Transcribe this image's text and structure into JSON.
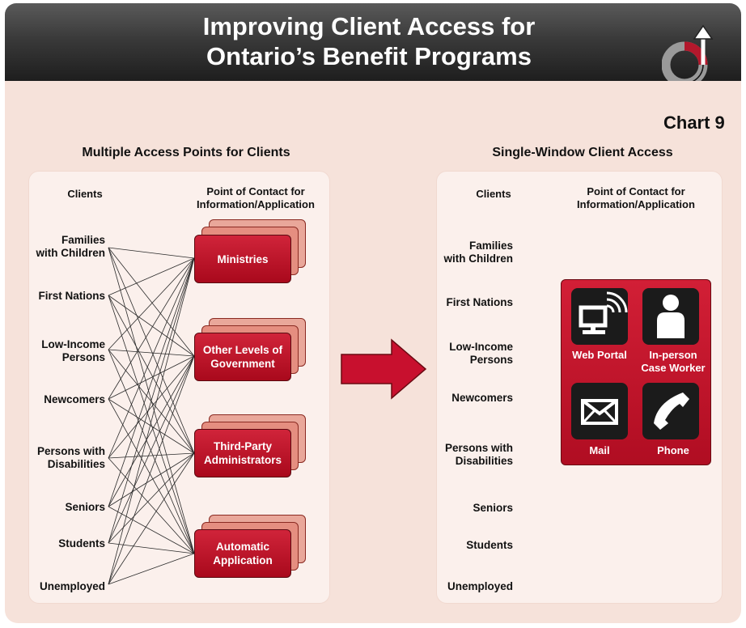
{
  "header": {
    "title_line1": "Improving Client Access for",
    "title_line2": "Ontario’s Benefit Programs",
    "logo_icon": "ontario-trillium-arrow-logo-icon"
  },
  "chart_number": "Chart 9",
  "left": {
    "title": "Multiple Access Points for Clients",
    "clients_header": "Clients",
    "contact_header_line1": "Point of Contact for",
    "contact_header_line2": "Information/Application",
    "clients": [
      [
        "Families",
        "with Children"
      ],
      [
        "First Nations"
      ],
      [
        "Low-Income",
        "Persons"
      ],
      [
        "Newcomers"
      ],
      [
        "Persons with",
        "Disabilities"
      ],
      [
        "Seniors"
      ],
      [
        "Students"
      ],
      [
        "Unemployed"
      ]
    ],
    "contacts": [
      [
        "Ministries"
      ],
      [
        "Other Levels of",
        "Government"
      ],
      [
        "Third-Party",
        "Administrators"
      ],
      [
        "Automatic",
        "Application"
      ]
    ]
  },
  "right": {
    "title": "Single-Window Client Access",
    "clients_header": "Clients",
    "contact_header_line1": "Point of Contact for",
    "contact_header_line2": "Information/Application",
    "clients": [
      [
        "Families",
        "with Children"
      ],
      [
        "First Nations"
      ],
      [
        "Low-Income",
        "Persons"
      ],
      [
        "Newcomers"
      ],
      [
        "Persons with",
        "Disabilities"
      ],
      [
        "Seniors"
      ],
      [
        "Students"
      ],
      [
        "Unemployed"
      ]
    ],
    "channels": [
      {
        "label": [
          "Web Portal"
        ],
        "icon": "computer-wifi-icon"
      },
      {
        "label": [
          "In-person",
          "Case Worker"
        ],
        "icon": "person-icon"
      },
      {
        "label": [
          "Mail"
        ],
        "icon": "envelope-icon"
      },
      {
        "label": [
          "Phone"
        ],
        "icon": "phone-handset-icon"
      }
    ]
  },
  "colors": {
    "accent_red": "#c0142c",
    "panel_bg": "#f6e2da",
    "card_bg": "#fbf0ec",
    "header_dark": "#2a2a2a"
  }
}
